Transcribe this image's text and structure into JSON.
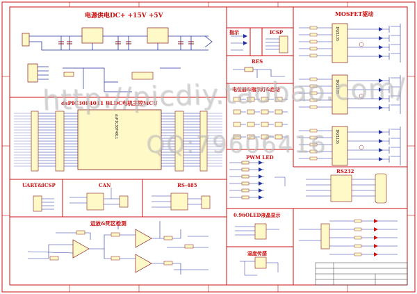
{
  "sections": {
    "power": "电源供电DC+ +15V +5V",
    "mosfet": "MOSFET驱动",
    "led": "指示",
    "icsp": "ICSP",
    "res": "RES",
    "encoder": "电位器&指示灯&启动",
    "mcu": "dsPIC30F4011 BLDC电机主控MCU",
    "pwm_led": "PWM LED",
    "rs232": "RS232",
    "uart": "UART&ICSP",
    "can": "CAN",
    "rs485": "RS-485",
    "opamp": "运放&死区检测",
    "oled": "0.96OLED液晶显示",
    "temp": "温度传感"
  },
  "chips": {
    "mcu_name": "dsPIC30F4011",
    "driver1": "IR2113S",
    "driver2": "IR2113S",
    "driver3": "IR2113S"
  },
  "watermark": {
    "line1": "http://picdiy.taobao.com/",
    "line2": "QQ:79606416"
  },
  "colors": {
    "border": "#cc1010",
    "wire": "#2030a0",
    "component": "#8a1a1a",
    "pin": "#1a1a1a",
    "chip_fill": "#fff9c8"
  }
}
